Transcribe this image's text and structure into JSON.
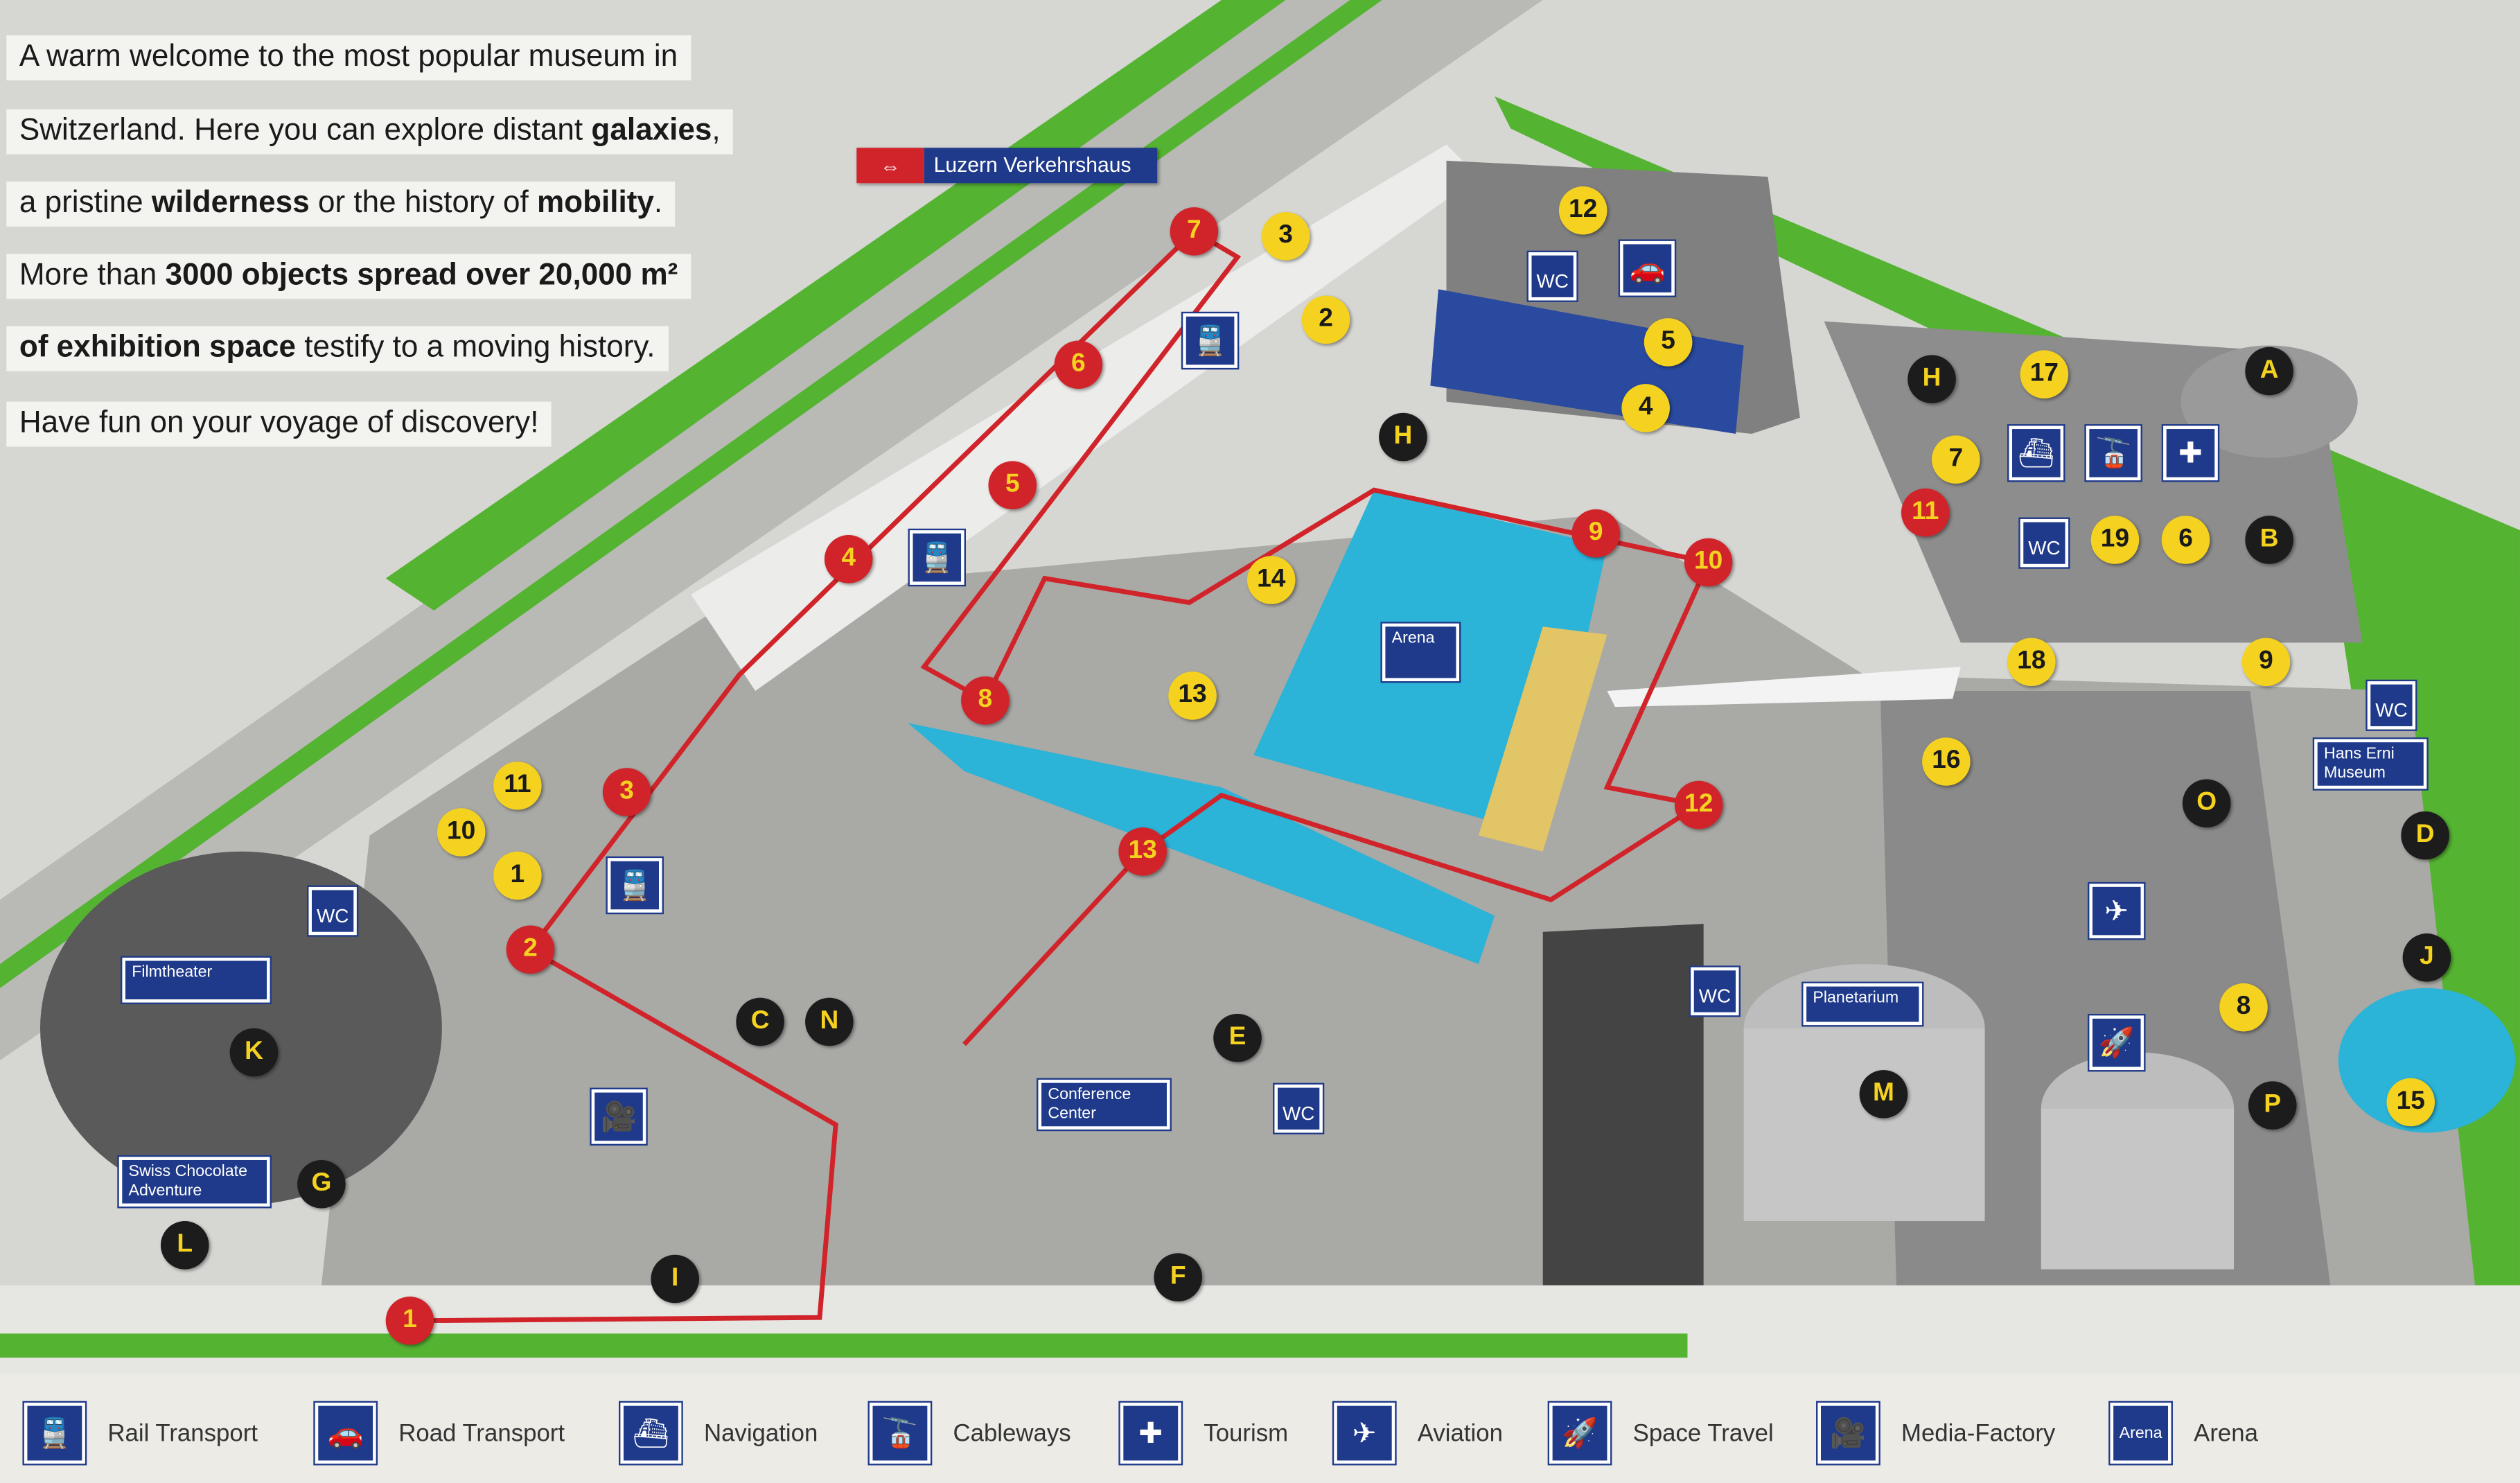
{
  "intro": {
    "line1": "A warm welcome to the most popular museum in",
    "line2_pre": "Switzerland. Here you can explore distant ",
    "line2_bold": "galaxies",
    "line2_post": ",",
    "line3_pre": "a pristine ",
    "line3_bold1": "wilderness",
    "line3_mid": " or the history of ",
    "line3_bold2": "mobility",
    "line3_post": ".",
    "line4_pre": "More than ",
    "line4_bold": "3000 objects spread over 20,000 m²",
    "line5_bold": "of exhibition space",
    "line5_post": " testify to a moving history.",
    "line6": "Have fun on your voyage of discovery!"
  },
  "station": {
    "icon": "sbb-arrows-icon",
    "symbol": "⇔",
    "name": "Luzern Verkehrshaus"
  },
  "places": {
    "filmtheater": "Filmtheater",
    "chocolate": "Swiss Chocolate Adventure",
    "conference": "Conference Center",
    "planetarium": "Planetarium",
    "arena": "Arena",
    "hans_erni": "Hans Erni Museum",
    "wc": "WC"
  },
  "route_markers": [
    "1",
    "2",
    "3",
    "4",
    "5",
    "6",
    "7",
    "8",
    "9",
    "10",
    "11",
    "12",
    "13"
  ],
  "exhibit_markers": [
    "3",
    "2",
    "12",
    "5",
    "4",
    "14",
    "13",
    "11",
    "10",
    "1",
    "17",
    "7",
    "19",
    "6",
    "18",
    "9",
    "16",
    "8",
    "15"
  ],
  "facility_markers": [
    "H",
    "H",
    "A",
    "B",
    "O",
    "D",
    "J",
    "P",
    "M",
    "E",
    "C",
    "N",
    "K",
    "G",
    "L",
    "I",
    "F"
  ],
  "legend": [
    {
      "icon": "rail-transport-icon",
      "symbol": "🚆",
      "label": "Rail Transport"
    },
    {
      "icon": "road-transport-icon",
      "symbol": "🚗",
      "label": "Road Transport"
    },
    {
      "icon": "navigation-icon",
      "symbol": "⛴",
      "label": "Navigation"
    },
    {
      "icon": "cableways-icon",
      "symbol": "🚡",
      "label": "Cableways"
    },
    {
      "icon": "tourism-icon",
      "symbol": "✚",
      "label": "Tourism"
    },
    {
      "icon": "aviation-icon",
      "symbol": "✈",
      "label": "Aviation"
    },
    {
      "icon": "space-travel-icon",
      "symbol": "🚀",
      "label": "Space Travel"
    },
    {
      "icon": "media-factory-icon",
      "symbol": "🎥",
      "label": "Media-Factory"
    },
    {
      "icon": "arena-icon",
      "symbol": "Arena",
      "label": "Arena"
    }
  ],
  "colors": {
    "route": "#d0242a",
    "exhibit": "#f5d21f",
    "facility": "#1c1c1c",
    "sign": "#1f3a8a",
    "grass": "#55b332",
    "water": "#2bb3d8"
  }
}
